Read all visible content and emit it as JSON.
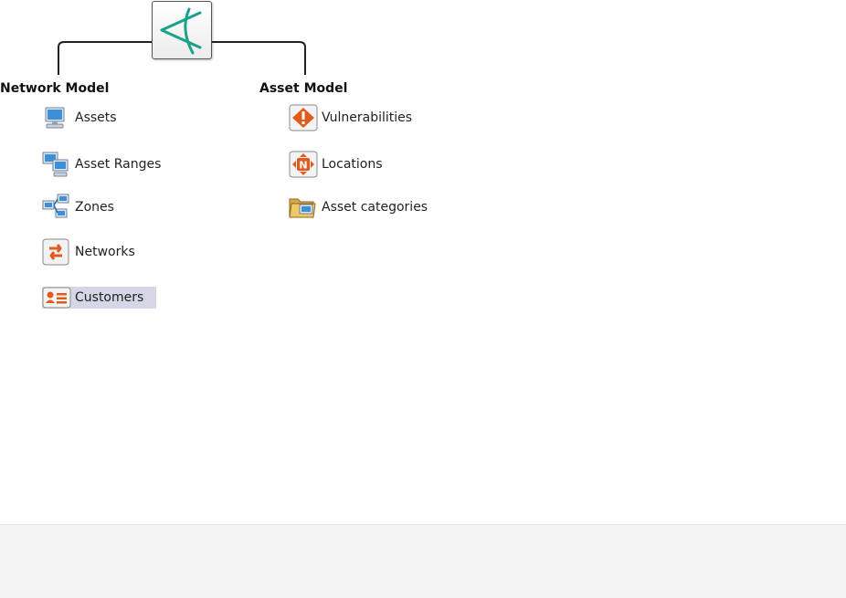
{
  "tree": {
    "root": {
      "icon": "network-root-icon"
    },
    "network_model": {
      "title": "Network Model",
      "items": [
        {
          "label": "Assets",
          "icon": "computer-icon"
        },
        {
          "label": "Asset Ranges",
          "icon": "multi-computer-icon"
        },
        {
          "label": "Zones",
          "icon": "network-zone-icon"
        },
        {
          "label": "Networks",
          "icon": "network-arrows-icon"
        },
        {
          "label": "Customers",
          "icon": "contact-card-icon",
          "selected": true
        }
      ]
    },
    "asset_model": {
      "title": "Asset Model",
      "items": [
        {
          "label": "Vulnerabilities",
          "icon": "warning-diamond-icon"
        },
        {
          "label": "Locations",
          "icon": "location-n-icon"
        },
        {
          "label": "Asset categories",
          "icon": "folder-computer-icon"
        }
      ]
    }
  },
  "colors": {
    "accent_teal": "#1aa38a",
    "orange": "#e25b1e",
    "selection": "#d6d6e6"
  }
}
